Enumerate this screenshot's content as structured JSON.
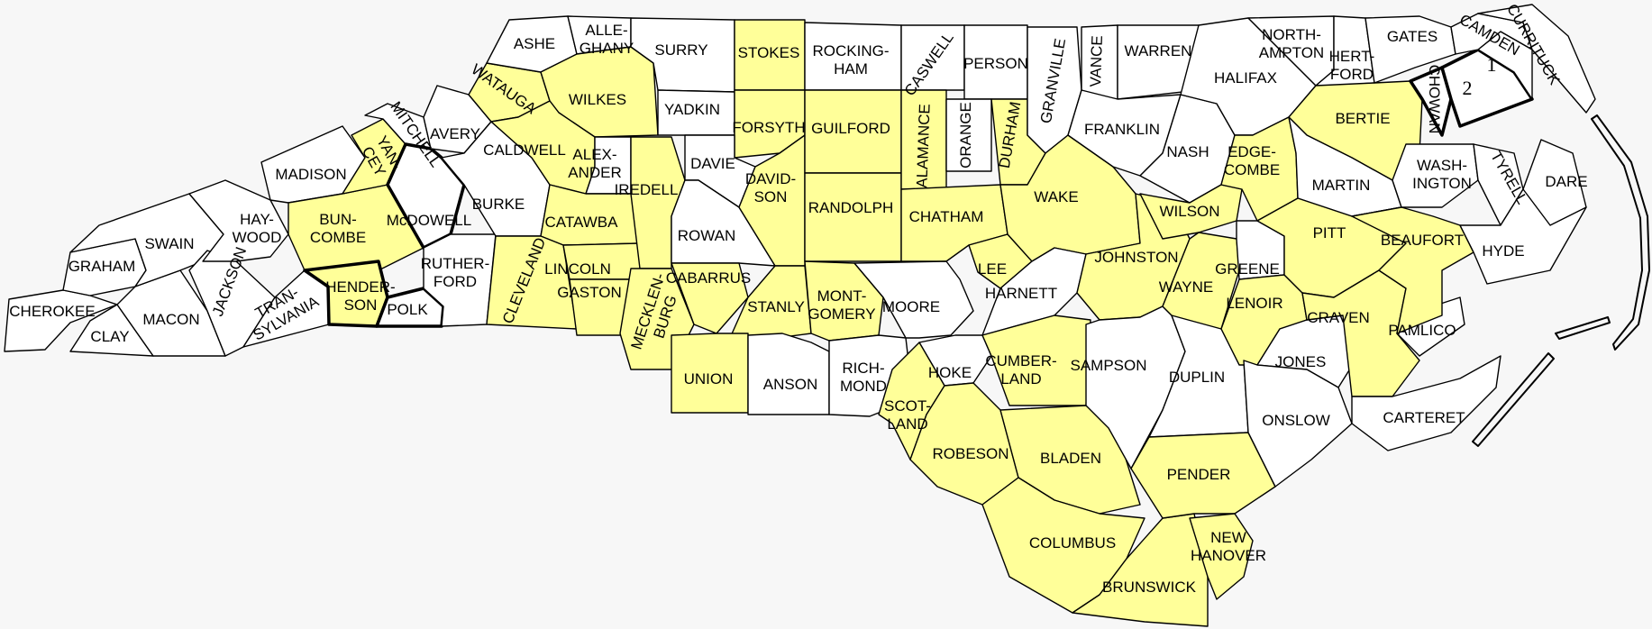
{
  "colors": {
    "highlighted": "#ffff99",
    "other": "#ffffff",
    "border": "#000000",
    "background": "#f7f7f7"
  },
  "counties": [
    {
      "key": "cherokee",
      "label": [
        "CHEROKEE"
      ],
      "hl": false
    },
    {
      "key": "clay",
      "label": [
        "CLAY"
      ],
      "hl": false
    },
    {
      "key": "graham",
      "label": [
        "GRAHAM"
      ],
      "hl": false
    },
    {
      "key": "macon",
      "label": [
        "MACON"
      ],
      "hl": false
    },
    {
      "key": "swain",
      "label": [
        "SWAIN"
      ],
      "hl": false
    },
    {
      "key": "jackson",
      "label": [
        "JACKSON"
      ],
      "hl": false
    },
    {
      "key": "haywood",
      "label": [
        "HAY-",
        "WOOD"
      ],
      "hl": false
    },
    {
      "key": "transylvania",
      "label": [
        "TRAN-",
        "SYLVANIA"
      ],
      "hl": false
    },
    {
      "key": "madison",
      "label": [
        "MADISON"
      ],
      "hl": false
    },
    {
      "key": "buncombe",
      "label": [
        "BUN-",
        "COMBE"
      ],
      "hl": true
    },
    {
      "key": "henderson",
      "label": [
        "HENDER-",
        "SON"
      ],
      "hl": true
    },
    {
      "key": "polk",
      "label": [
        "POLK"
      ],
      "hl": false
    },
    {
      "key": "yancey",
      "label": [
        "YAN-",
        "CEY"
      ],
      "hl": true
    },
    {
      "key": "mitchell",
      "label": [
        "MITCHELL"
      ],
      "hl": false
    },
    {
      "key": "mcdowell",
      "label": [
        "McDOWELL"
      ],
      "hl": false
    },
    {
      "key": "rutherford",
      "label": [
        "RUTHER-",
        "FORD"
      ],
      "hl": false
    },
    {
      "key": "avery",
      "label": [
        "AVERY"
      ],
      "hl": false
    },
    {
      "key": "burke",
      "label": [
        "BURKE"
      ],
      "hl": false
    },
    {
      "key": "watauga",
      "label": [
        "WATAUGA"
      ],
      "hl": true
    },
    {
      "key": "ashe",
      "label": [
        "ASHE"
      ],
      "hl": false
    },
    {
      "key": "alleghany",
      "label": [
        "ALLE-",
        "GHANY"
      ],
      "hl": false
    },
    {
      "key": "wilkes",
      "label": [
        "WILKES"
      ],
      "hl": true
    },
    {
      "key": "caldwell",
      "label": [
        "CALDWELL"
      ],
      "hl": true
    },
    {
      "key": "alexander",
      "label": [
        "ALEX-",
        "ANDER"
      ],
      "hl": false
    },
    {
      "key": "catawba",
      "label": [
        "CATAWBA"
      ],
      "hl": true
    },
    {
      "key": "cleveland",
      "label": [
        "CLEVELAND"
      ],
      "hl": true
    },
    {
      "key": "lincoln",
      "label": [
        "LINCOLN"
      ],
      "hl": true
    },
    {
      "key": "gaston",
      "label": [
        "GASTON"
      ],
      "hl": true
    },
    {
      "key": "surry",
      "label": [
        "SURRY"
      ],
      "hl": false
    },
    {
      "key": "yadkin",
      "label": [
        "YADKIN"
      ],
      "hl": false
    },
    {
      "key": "iredell",
      "label": [
        "IREDELL"
      ],
      "hl": true
    },
    {
      "key": "mecklenburg",
      "label": [
        "MECKLEN-",
        "BURG"
      ],
      "hl": true
    },
    {
      "key": "stokes",
      "label": [
        "STOKES"
      ],
      "hl": true
    },
    {
      "key": "forsyth",
      "label": [
        "FORSYTH"
      ],
      "hl": true
    },
    {
      "key": "davie",
      "label": [
        "DAVIE"
      ],
      "hl": false
    },
    {
      "key": "rowan",
      "label": [
        "ROWAN"
      ],
      "hl": false
    },
    {
      "key": "davidson",
      "label": [
        "DAVID-",
        "SON"
      ],
      "hl": true
    },
    {
      "key": "cabarrus",
      "label": [
        "CABARRUS"
      ],
      "hl": true
    },
    {
      "key": "stanly",
      "label": [
        "STANLY"
      ],
      "hl": true
    },
    {
      "key": "union",
      "label": [
        "UNION"
      ],
      "hl": true
    },
    {
      "key": "anson",
      "label": [
        "ANSON"
      ],
      "hl": false
    },
    {
      "key": "rockingham",
      "label": [
        "ROCKING-",
        "HAM"
      ],
      "hl": false
    },
    {
      "key": "guilford",
      "label": [
        "GUILFORD"
      ],
      "hl": true
    },
    {
      "key": "randolph",
      "label": [
        "RANDOLPH"
      ],
      "hl": true
    },
    {
      "key": "montgomery",
      "label": [
        "MONT-",
        "GOMERY"
      ],
      "hl": true
    },
    {
      "key": "richmond",
      "label": [
        "RICH-",
        "MOND"
      ],
      "hl": false
    },
    {
      "key": "caswell",
      "label": [
        "CASWELL"
      ],
      "hl": false
    },
    {
      "key": "alamance",
      "label": [
        "ALAMANCE"
      ],
      "hl": true
    },
    {
      "key": "chatham",
      "label": [
        "CHATHAM"
      ],
      "hl": true
    },
    {
      "key": "moore",
      "label": [
        "MOORE"
      ],
      "hl": false
    },
    {
      "key": "person",
      "label": [
        "PERSON"
      ],
      "hl": false
    },
    {
      "key": "orange",
      "label": [
        "ORANGE"
      ],
      "hl": false
    },
    {
      "key": "durham",
      "label": [
        "DURHAM"
      ],
      "hl": true
    },
    {
      "key": "lee",
      "label": [
        "LEE"
      ],
      "hl": true
    },
    {
      "key": "hoke",
      "label": [
        "HOKE"
      ],
      "hl": false
    },
    {
      "key": "scotland",
      "label": [
        "SCOT-",
        "LAND"
      ],
      "hl": true
    },
    {
      "key": "robeson",
      "label": [
        "ROBESON"
      ],
      "hl": true
    },
    {
      "key": "granville",
      "label": [
        "GRANVILLE"
      ],
      "hl": false
    },
    {
      "key": "vance",
      "label": [
        "VANCE"
      ],
      "hl": false
    },
    {
      "key": "wake",
      "label": [
        "WAKE"
      ],
      "hl": true
    },
    {
      "key": "harnett",
      "label": [
        "HARNETT"
      ],
      "hl": false
    },
    {
      "key": "cumberland",
      "label": [
        "CUMBER-",
        "LAND"
      ],
      "hl": true
    },
    {
      "key": "bladen",
      "label": [
        "BLADEN"
      ],
      "hl": true
    },
    {
      "key": "columbus",
      "label": [
        "COLUMBUS"
      ],
      "hl": true
    },
    {
      "key": "brunswick",
      "label": [
        "BRUNSWICK"
      ],
      "hl": true
    },
    {
      "key": "warren",
      "label": [
        "WARREN"
      ],
      "hl": false
    },
    {
      "key": "franklin",
      "label": [
        "FRANKLIN"
      ],
      "hl": false
    },
    {
      "key": "johnston",
      "label": [
        "JOHNSTON"
      ],
      "hl": true
    },
    {
      "key": "sampson",
      "label": [
        "SAMPSON"
      ],
      "hl": false
    },
    {
      "key": "nash",
      "label": [
        "NASH"
      ],
      "hl": false
    },
    {
      "key": "wilson",
      "label": [
        "WILSON"
      ],
      "hl": true
    },
    {
      "key": "wayne",
      "label": [
        "WAYNE"
      ],
      "hl": true
    },
    {
      "key": "duplin",
      "label": [
        "DUPLIN"
      ],
      "hl": false
    },
    {
      "key": "pender",
      "label": [
        "PENDER"
      ],
      "hl": true
    },
    {
      "key": "newhanover",
      "label": [
        "NEW",
        "HANOVER"
      ],
      "hl": true
    },
    {
      "key": "halifax",
      "label": [
        "HALIFAX"
      ],
      "hl": false
    },
    {
      "key": "edgecombe",
      "label": [
        "EDGE-",
        "COMBE"
      ],
      "hl": true
    },
    {
      "key": "greene",
      "label": [
        "GREENE"
      ],
      "hl": false
    },
    {
      "key": "lenoir",
      "label": [
        "LENOIR"
      ],
      "hl": true
    },
    {
      "key": "jones",
      "label": [
        "JONES"
      ],
      "hl": false
    },
    {
      "key": "onslow",
      "label": [
        "ONSLOW"
      ],
      "hl": false
    },
    {
      "key": "northampton",
      "label": [
        "NORTH-",
        "AMPTON"
      ],
      "hl": false
    },
    {
      "key": "hertford",
      "label": [
        "HERT-",
        "FORD"
      ],
      "hl": false
    },
    {
      "key": "bertie",
      "label": [
        "BERTIE"
      ],
      "hl": true
    },
    {
      "key": "martin",
      "label": [
        "MARTIN"
      ],
      "hl": false
    },
    {
      "key": "pitt",
      "label": [
        "PITT"
      ],
      "hl": true
    },
    {
      "key": "craven",
      "label": [
        "CRAVEN"
      ],
      "hl": true
    },
    {
      "key": "carteret",
      "label": [
        "CARTERET"
      ],
      "hl": false
    },
    {
      "key": "pamlico",
      "label": [
        "PAMLICO"
      ],
      "hl": false
    },
    {
      "key": "beaufort",
      "label": [
        "BEAUFORT"
      ],
      "hl": true
    },
    {
      "key": "washington",
      "label": [
        "WASH-",
        "INGTON"
      ],
      "hl": false
    },
    {
      "key": "tyrell",
      "label": [
        "TYRELL"
      ],
      "hl": false
    },
    {
      "key": "hyde",
      "label": [
        "HYDE"
      ],
      "hl": false
    },
    {
      "key": "dare",
      "label": [
        "DARE"
      ],
      "hl": false
    },
    {
      "key": "gates",
      "label": [
        "GATES"
      ],
      "hl": false
    },
    {
      "key": "chowan",
      "label": [
        "CHOWAN"
      ],
      "hl": false
    },
    {
      "key": "perquimans",
      "label": [
        "2"
      ],
      "hl": false
    },
    {
      "key": "pasquotank",
      "label": [
        "1"
      ],
      "hl": false
    },
    {
      "key": "camden",
      "label": [
        "CAMDEN"
      ],
      "hl": false
    },
    {
      "key": "currituck",
      "label": [
        "CURRITUCK"
      ],
      "hl": false
    }
  ]
}
